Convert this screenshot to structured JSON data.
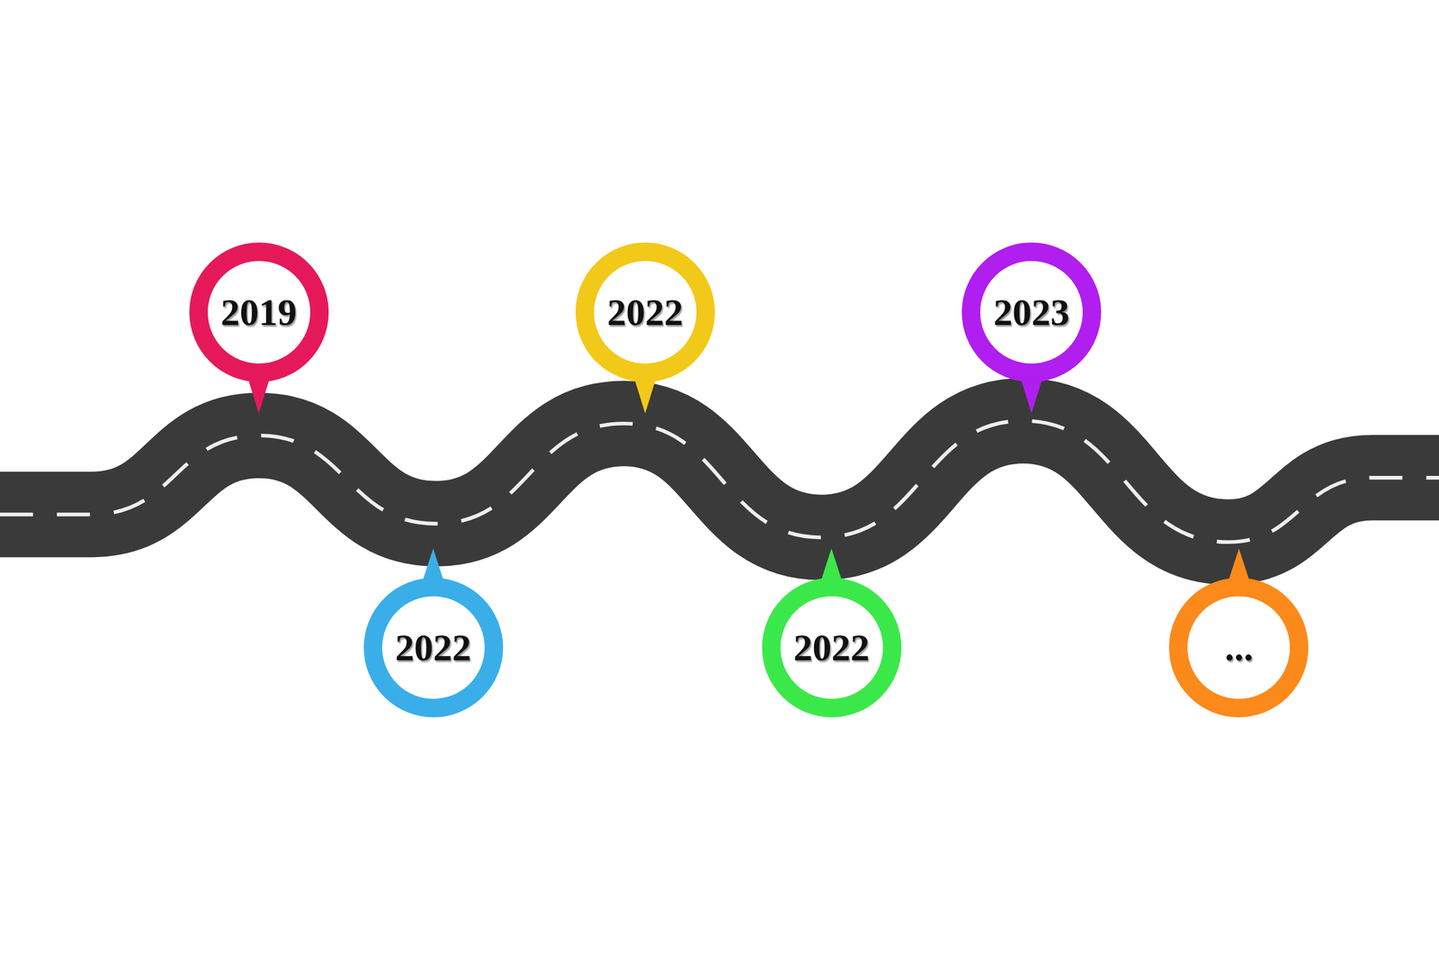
{
  "diagram": {
    "nodes": [
      {
        "text": [
          "2019"
        ]
      },
      {
        "text": [
          "2022"
        ]
      },
      {
        "text": [
          "2022"
        ]
      },
      {
        "text": [
          "2022"
        ]
      },
      {
        "text": [
          "2023"
        ]
      },
      {
        "text": [
          "..."
        ]
      }
    ]
  }
}
